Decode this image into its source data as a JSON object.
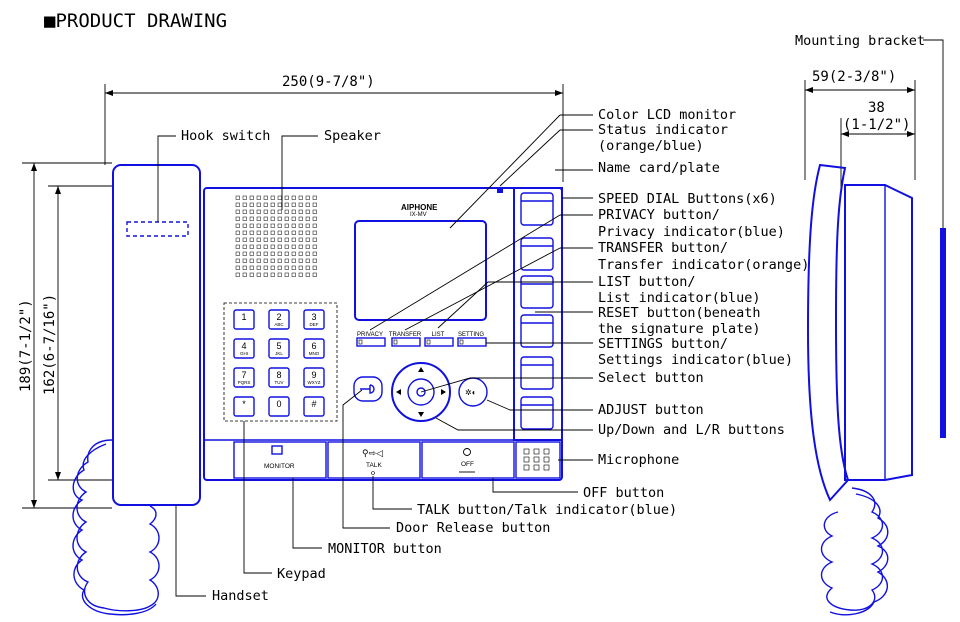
{
  "title": "■PRODUCT DRAWING",
  "dimensions": {
    "width": "250(9-7/8\")",
    "height_total": "189(7-1/2\")",
    "height_unit": "162(6-7/16\")",
    "depth_total": "59(2-3/8\")",
    "depth_unit_line1": "38",
    "depth_unit_line2": "(1-1/2\")"
  },
  "device": {
    "brand": "AIPHONE",
    "model": "IX-MV",
    "keys": [
      {
        "main": "1",
        "sub": ""
      },
      {
        "main": "2",
        "sub": "ABC"
      },
      {
        "main": "3",
        "sub": "DEF"
      },
      {
        "main": "4",
        "sub": "GHI"
      },
      {
        "main": "5",
        "sub": "JKL"
      },
      {
        "main": "6",
        "sub": "MNO"
      },
      {
        "main": "7",
        "sub": "PQRS"
      },
      {
        "main": "8",
        "sub": "TUV"
      },
      {
        "main": "9",
        "sub": "WXYZ"
      },
      {
        "main": "*",
        "sub": ""
      },
      {
        "main": "0",
        "sub": ""
      },
      {
        "main": "#",
        "sub": ""
      }
    ],
    "soft_labels": [
      "PRIVACY",
      "TRANSFER",
      "LIST",
      "SETTING"
    ],
    "monitor_label": "MONITOR",
    "talk_label": "TALK",
    "off_label": "OFF"
  },
  "callouts": {
    "hook_switch": "Hook switch",
    "speaker": "Speaker",
    "color_lcd": "Color LCD monitor",
    "status_indicator_1": "Status indicator",
    "status_indicator_2": "(orange/blue)",
    "name_card": "Name card/plate",
    "speed_dial": "SPEED DIAL Buttons(x6)",
    "privacy_1": "PRIVACY button/",
    "privacy_2": "Privacy indicator(blue)",
    "transfer_1": "TRANSFER button/",
    "transfer_2": "Transfer indicator(orange)",
    "list_1": "LIST button/",
    "list_2": "List indicator(blue)",
    "reset_1": "RESET button(beneath",
    "reset_2": "the signature plate)",
    "settings_1": "SETTINGS button/",
    "settings_2": "Settings indicator(blue)",
    "select": "Select button",
    "adjust": "ADJUST button",
    "updown": "Up/Down and L/R buttons",
    "microphone": "Microphone",
    "off_button": "OFF button",
    "talk_button": "TALK button/Talk indicator(blue)",
    "door_release": "Door Release button",
    "monitor_button": "MONITOR button",
    "keypad": "Keypad",
    "handset": "Handset",
    "mounting_bracket": "Mounting bracket"
  },
  "colors": {
    "drawing_line": "#1010e0",
    "text": "#000000"
  }
}
